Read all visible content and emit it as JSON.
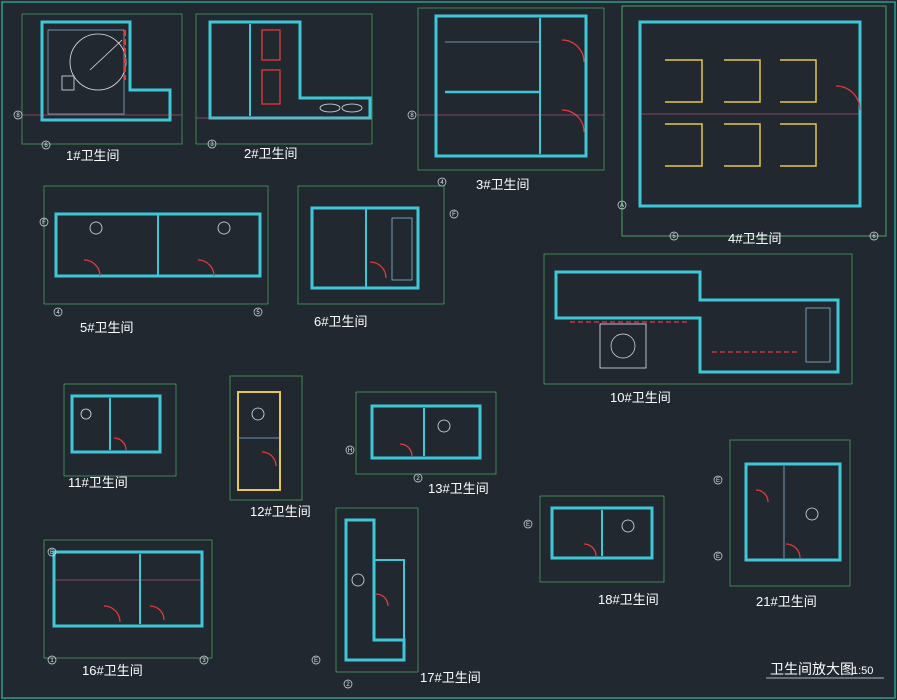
{
  "sheet": {
    "title": "卫生间放大图",
    "scale": "1:50"
  },
  "plans": [
    {
      "id": "p1",
      "label": "1#卫生间",
      "axis_labels": [
        "8",
        "6"
      ]
    },
    {
      "id": "p2",
      "label": "2#卫生间",
      "axis_labels": [
        "3"
      ]
    },
    {
      "id": "p3",
      "label": "3#卫生间",
      "axis_labels": [
        "8",
        "4"
      ]
    },
    {
      "id": "p4",
      "label": "4#卫生间",
      "axis_labels": [
        "A",
        "5",
        "6"
      ]
    },
    {
      "id": "p5",
      "label": "5#卫生间",
      "axis_labels": [
        "F",
        "4",
        "5"
      ]
    },
    {
      "id": "p6",
      "label": "6#卫生间",
      "axis_labels": [
        "F"
      ]
    },
    {
      "id": "p10",
      "label": "10#卫生间",
      "axis_labels": []
    },
    {
      "id": "p11",
      "label": "11#卫生间",
      "axis_labels": []
    },
    {
      "id": "p12",
      "label": "12#卫生间",
      "axis_labels": []
    },
    {
      "id": "p13",
      "label": "13#卫生间",
      "axis_labels": [
        "H",
        "2"
      ]
    },
    {
      "id": "p16",
      "label": "16#卫生间",
      "axis_labels": [
        "E",
        "1",
        "3"
      ]
    },
    {
      "id": "p17",
      "label": "17#卫生间",
      "axis_labels": [
        "E",
        "2"
      ]
    },
    {
      "id": "p18",
      "label": "18#卫生间",
      "axis_labels": [
        "E"
      ]
    },
    {
      "id": "p21",
      "label": "21#卫生间",
      "axis_labels": [
        "E",
        "E"
      ]
    }
  ]
}
